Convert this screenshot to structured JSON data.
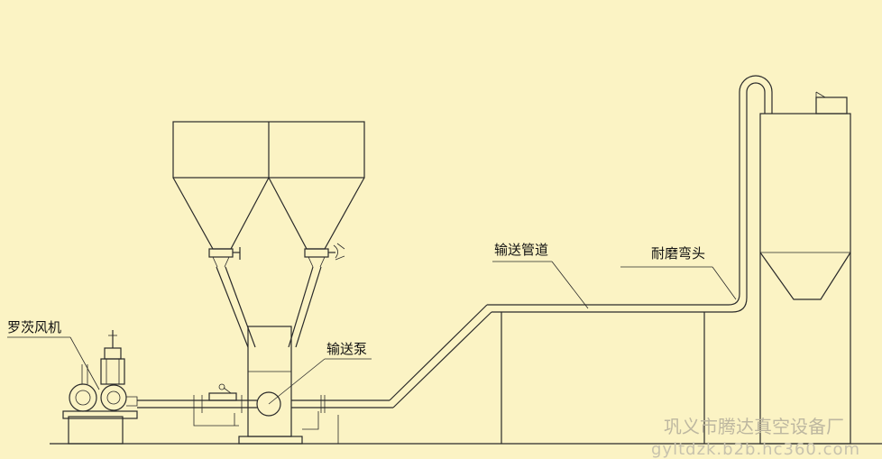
{
  "labels": {
    "blower": "罗茨风机",
    "pump": "输送泵",
    "pipeline": "输送管道",
    "elbow": "耐磨弯头"
  },
  "watermark": {
    "company": "巩义市腾达真空设备厂",
    "site": "gyltdzk.b2b.hc360.com"
  },
  "colors": {
    "background": "#fbf3c4",
    "line": "#2a2a2a"
  }
}
